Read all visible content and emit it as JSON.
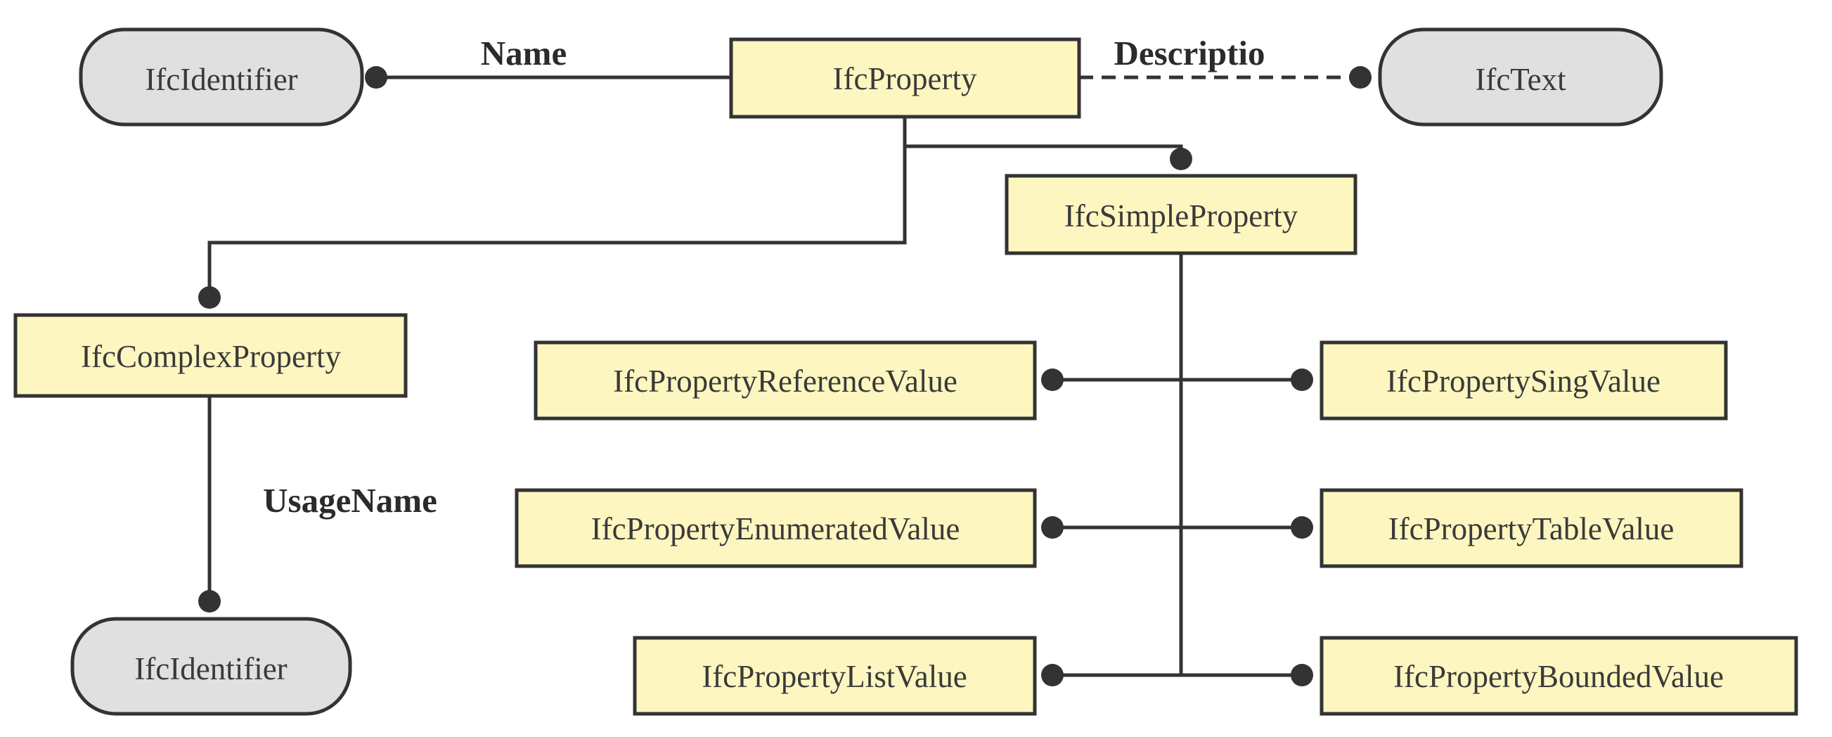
{
  "colors": {
    "entity_fill": "#fdf6c0",
    "type_fill": "#e0e0e0",
    "stroke": "#333333"
  },
  "nodes": {
    "ifc_identifier_top": "IfcIdentifier",
    "ifc_property": "IfcProperty",
    "ifc_text": "IfcText",
    "ifc_simple_property": "IfcSimpleProperty",
    "ifc_complex_property": "IfcComplexProperty",
    "ifc_identifier_bottom": "IfcIdentifier",
    "ifc_property_reference_value": "IfcPropertyReferenceValue",
    "ifc_property_sing_value": "IfcPropertySingValue",
    "ifc_property_enumerated_value": "IfcPropertyEnumeratedValue",
    "ifc_property_table_value": "IfcPropertyTableValue",
    "ifc_property_list_value": "IfcPropertyListValue",
    "ifc_property_bounded_value": "IfcPropertyBoundedValue"
  },
  "relations": {
    "name": "Name",
    "description": "Descriptio",
    "usage_name": "UsageName"
  }
}
